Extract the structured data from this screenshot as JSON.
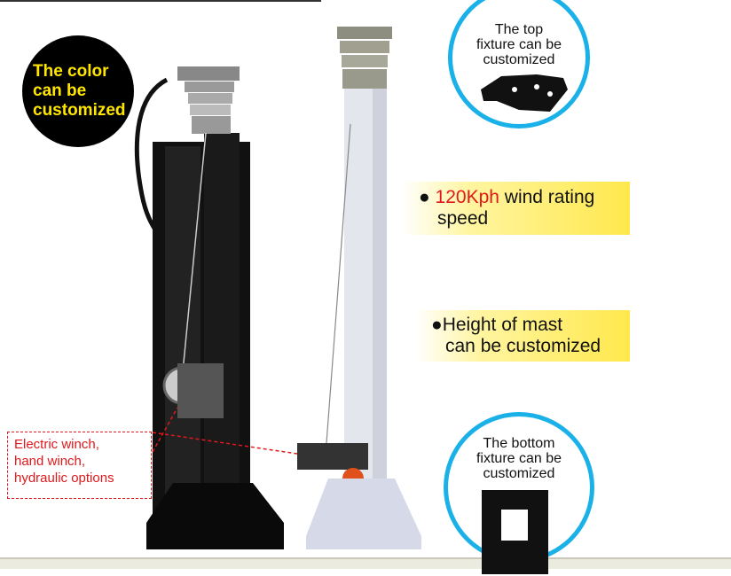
{
  "color_badge": "The color can be customized",
  "top_fixture": [
    "The top",
    "fixture can be",
    "customized"
  ],
  "wind_rating": {
    "highlight": "120Kph",
    "rest": " wind rating",
    "line2": "speed"
  },
  "height": {
    "line1": "Height of mast",
    "line2": "can be customized"
  },
  "winch": [
    "Electric winch,",
    "hand winch,",
    "hydraulic options"
  ],
  "bottom_fixture": [
    "The bottom",
    "fixture can be",
    "customized"
  ],
  "colors": {
    "accent_blue": "#1ab0e8",
    "red": "#e0181b",
    "yellow": "#ffe84d"
  }
}
